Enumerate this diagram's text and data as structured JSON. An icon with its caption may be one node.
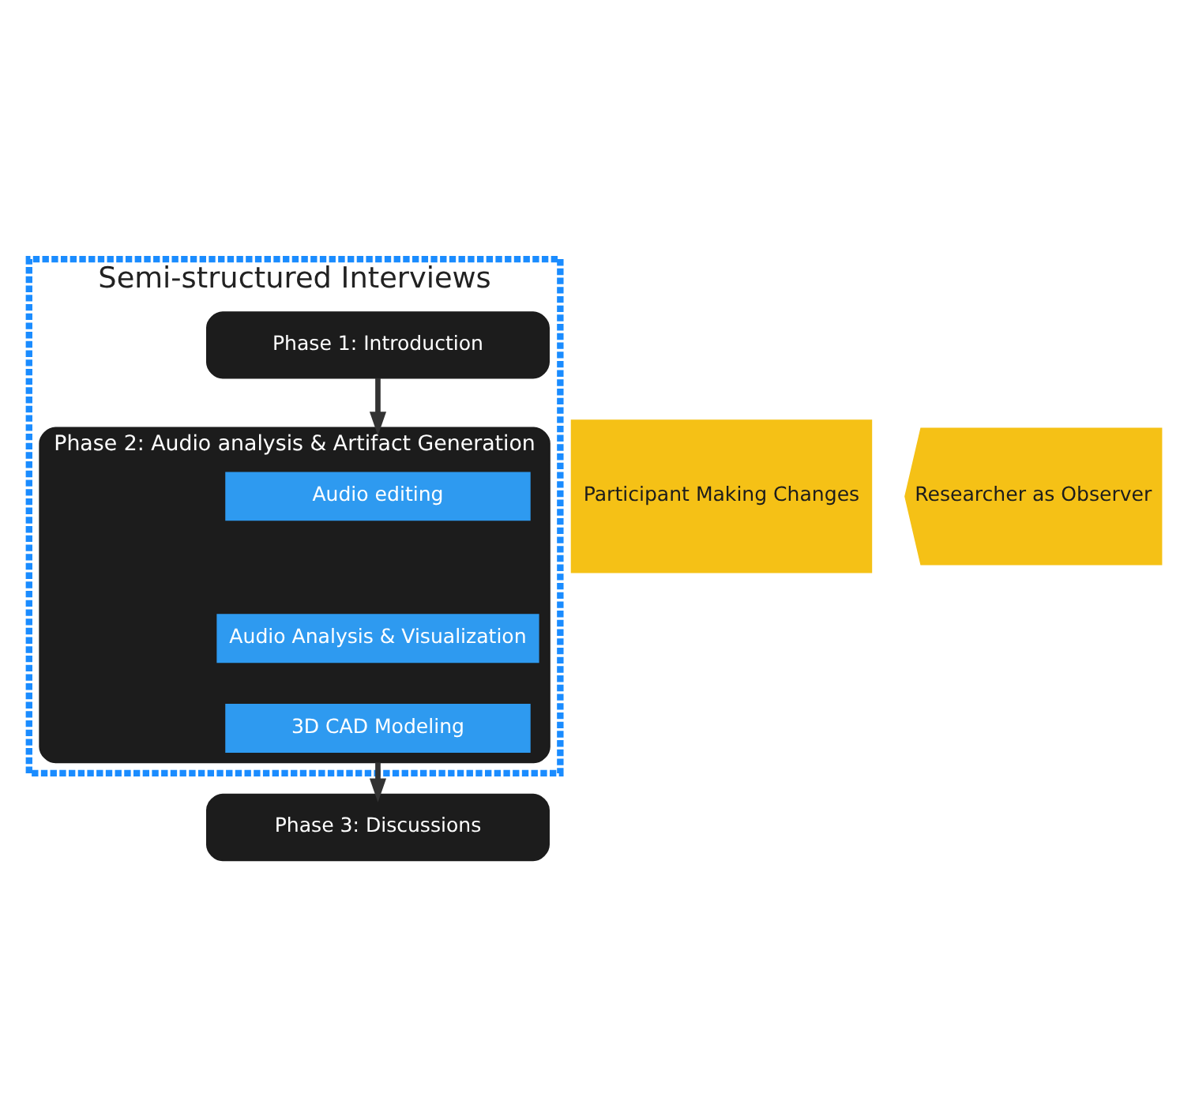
{
  "diagram": {
    "nodes": [
      {
        "text": [
          "Semi-structured Interviews"
        ]
      },
      {
        "text": [
          "Phase 1: Introduction"
        ],
        "in": 0
      },
      {
        "text": [
          "Phase 2: Audio analysis & Artifact Generation"
        ],
        "in": 0
      },
      {
        "text": [
          "Audio editing"
        ],
        "in": 2
      },
      {
        "text": [
          "Audio Analysis & Visualization"
        ],
        "in": 2
      },
      {
        "text": [
          "3D CAD Modeling"
        ],
        "in": 2
      },
      {
        "text": [
          "Phase 3: Discussions"
        ]
      },
      {
        "text": [
          "Participant Making Changes"
        ]
      },
      {
        "text": [
          "Researcher as Observer"
        ]
      }
    ],
    "edges": [
      {
        "from": 1,
        "to": 2,
        "arrow": "to"
      },
      {
        "from": 2,
        "to": 6,
        "arrow": "to"
      }
    ]
  }
}
